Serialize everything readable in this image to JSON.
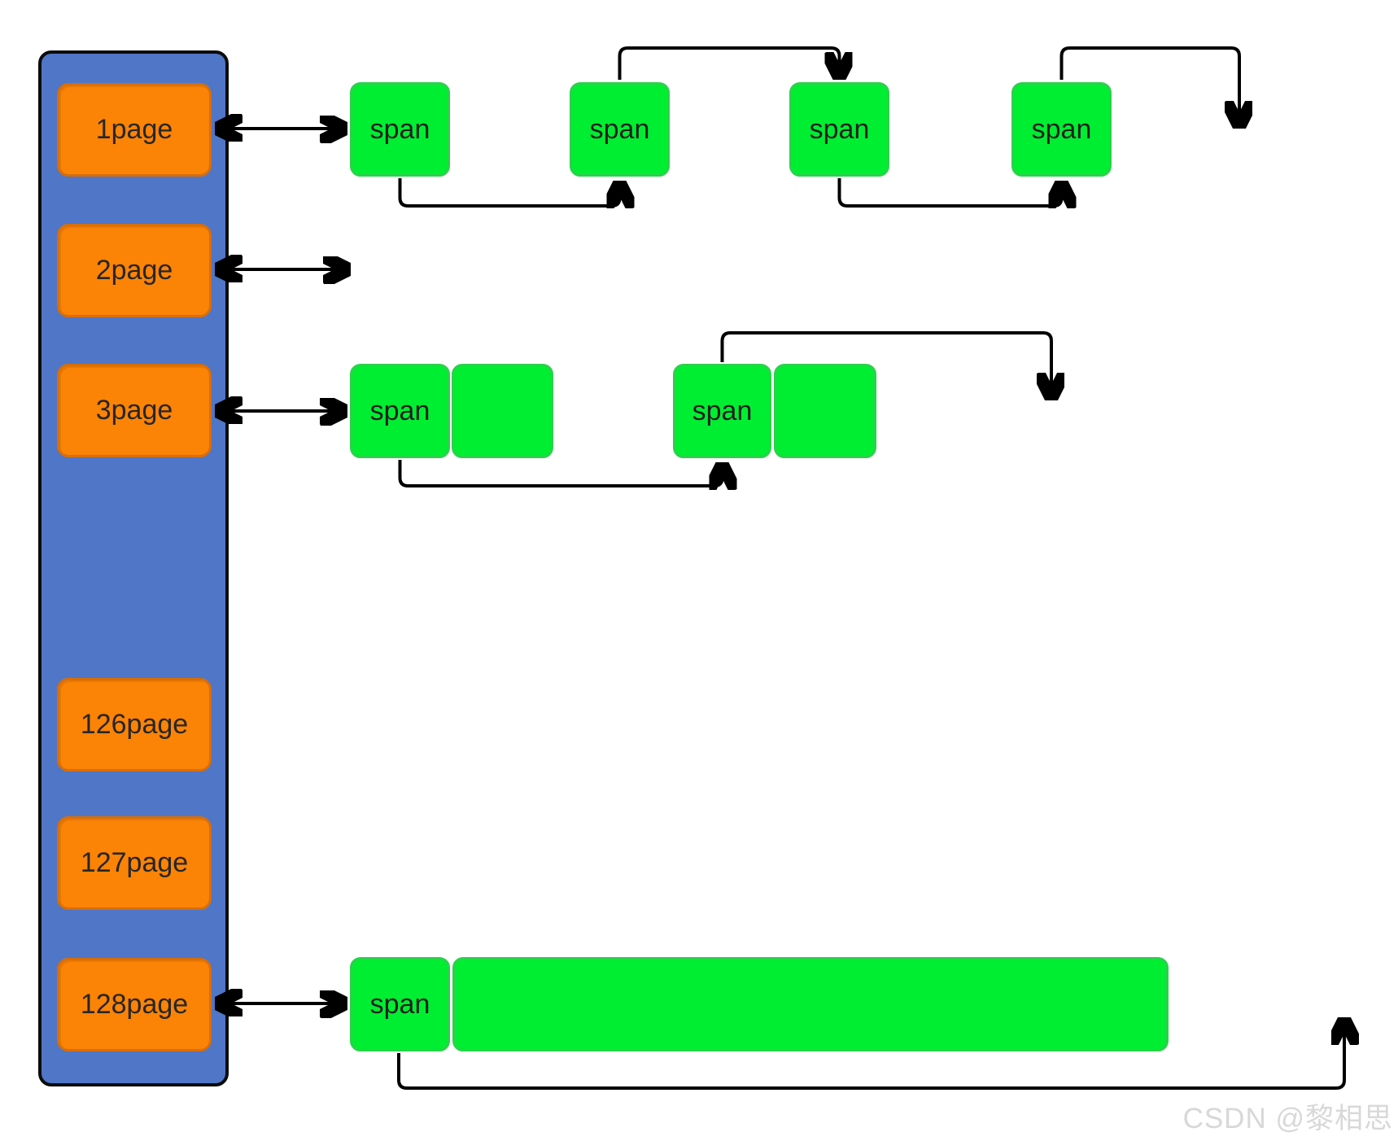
{
  "page_directory": {
    "pages": [
      {
        "label": "1page"
      },
      {
        "label": "2page"
      },
      {
        "label": "3page"
      },
      {
        "label": "126page"
      },
      {
        "label": "127page"
      },
      {
        "label": "128page"
      }
    ]
  },
  "span_rows": {
    "row_1page": {
      "spans": [
        {
          "label": "span"
        },
        {
          "label": "span"
        },
        {
          "label": "span"
        },
        {
          "label": "span"
        }
      ]
    },
    "row_3page": {
      "groups": [
        {
          "span_label": "span"
        },
        {
          "span_label": "span"
        }
      ]
    },
    "row_128page": {
      "span_label": "span"
    }
  },
  "watermark": {
    "text": "CSDN @黎相思"
  },
  "colors": {
    "panel_blue": "#4f76c7",
    "page_orange_fill": "#fb8306",
    "page_orange_border": "#d86e08",
    "span_green_fill": "#00ee31",
    "span_green_border": "#2bd14b",
    "connector": "#000000",
    "watermark_gray": "#d8d8d8"
  }
}
